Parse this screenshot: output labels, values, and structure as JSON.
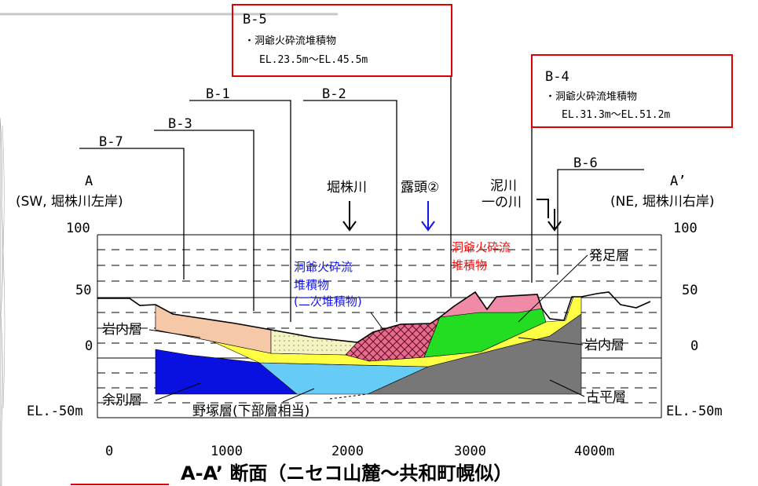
{
  "title": "A-A’ 断面（ニセコ山麓～共和町幌似）",
  "ends": {
    "left": {
      "letter": "A",
      "desc": "(SW, 堀株川左岸)"
    },
    "right": {
      "letter": "A’",
      "desc": "(NE, 堀株川右岸)"
    }
  },
  "elevation_labels": {
    "e100": "100",
    "e50": "50",
    "e0": "0",
    "em50": "EL.-50m"
  },
  "distance_labels": [
    "0",
    "1000",
    "2000",
    "3000",
    "4000m"
  ],
  "boreholes": [
    "B-7",
    "B-3",
    "B-1",
    "B-2",
    "B-5",
    "B-4",
    "B-6"
  ],
  "callouts": {
    "b5": {
      "title": "B-5",
      "line1": "・洞爺火砕流堆積物",
      "line2": "EL.23.5m～EL.45.5m"
    },
    "b4": {
      "title": "B-4",
      "line1": "・洞爺火砕流堆積物",
      "line2": "EL.31.3m～EL.51.2m"
    }
  },
  "features": {
    "river1": "堀株川",
    "outcrop": "露頭②",
    "river2a": "泥川",
    "river2b": "一の川"
  },
  "layer_labels": {
    "hassoku": "発足層",
    "iwanai_left": "岩内層",
    "iwanai_right": "岩内層",
    "yobetsu": "余別層",
    "nozuka": "野塚層(下部層相当)",
    "furuhira": "古平層",
    "toya_secondary_1": "洞爺火砕流",
    "toya_secondary_2": "堆積物",
    "toya_secondary_3": "(二次堆積物)",
    "toya_red_1": "洞爺火砕流",
    "toya_red_2": "堆積物"
  },
  "colors": {
    "hassoku": "#f08aa6",
    "green": "#22dd22",
    "iwanai": "#ffff44",
    "yobetsu": "#0a10e0",
    "nozuka": "#66ccf5",
    "furuhira": "#777777",
    "upper_left": "#f5c9a8",
    "dotted": "#f3f3c3",
    "crosshatch": "#e86a8c",
    "callout_border": "#e00000",
    "blue_text": "#1515ee",
    "red_text": "#ee1111"
  }
}
